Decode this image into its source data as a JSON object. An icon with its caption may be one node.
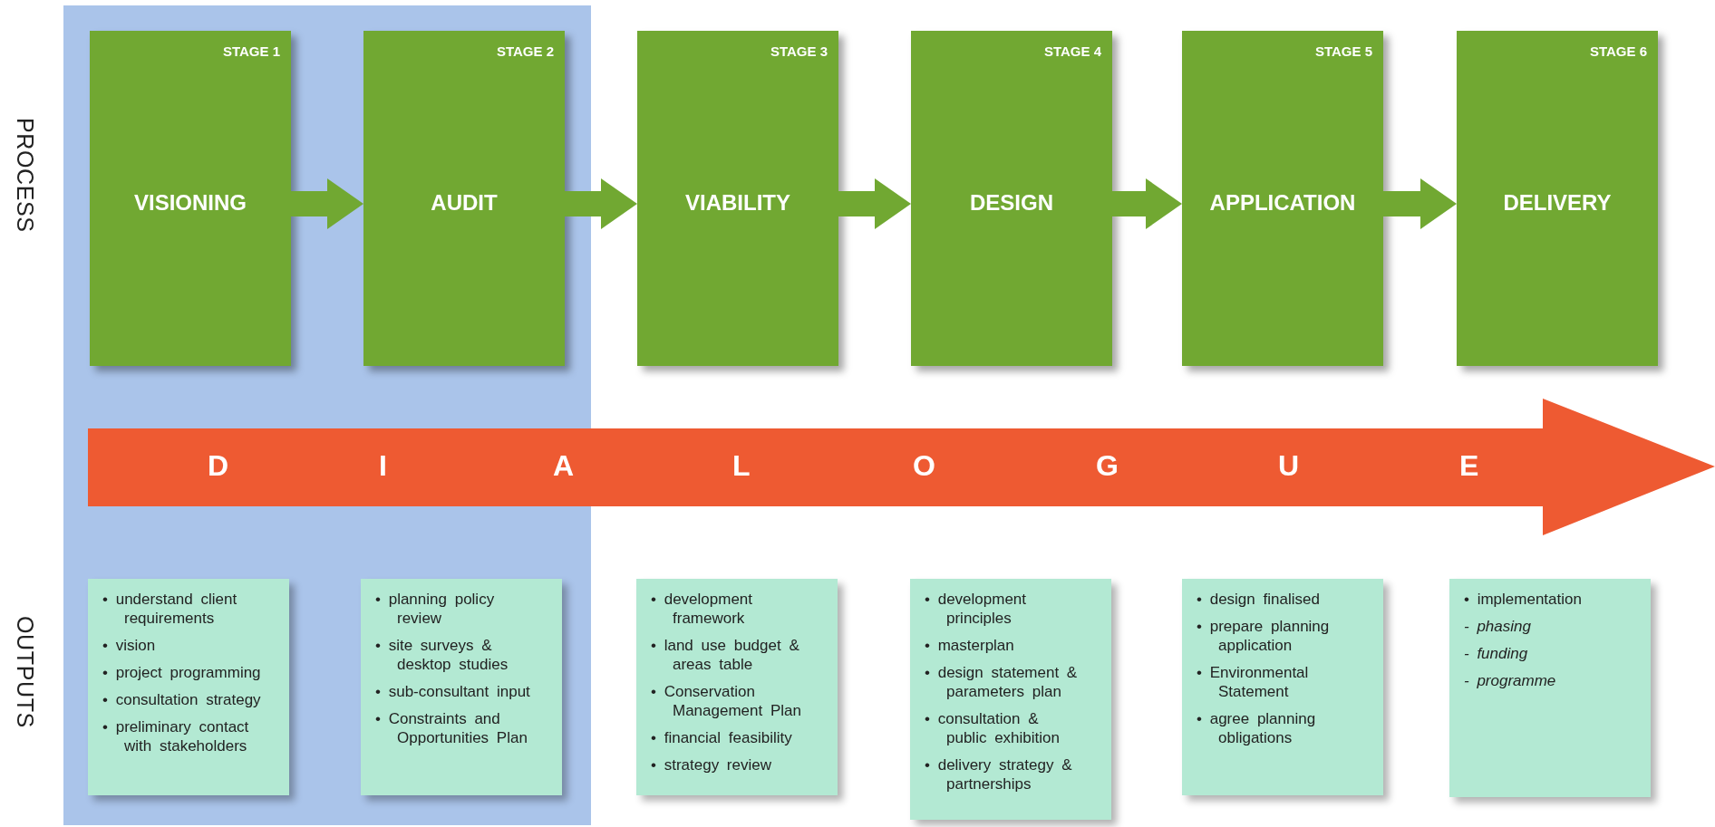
{
  "diagram": {
    "nodes": [
      {
        "text": [],
        "shape": "box"
      },
      {
        "text": [
          "STAGE 1",
          "VISIONING"
        ],
        "in": 0
      },
      {
        "text": [
          "STAGE 2",
          "AUDIT"
        ],
        "in": 0
      },
      {
        "text": [
          "STAGE 3",
          "VIABILITY"
        ]
      },
      {
        "text": [
          "STAGE 4",
          "DESIGN"
        ]
      },
      {
        "text": [
          "STAGE 5",
          "APPLICATION"
        ]
      },
      {
        "text": [
          "STAGE 6",
          "DELIVERY"
        ]
      },
      {
        "text": [
          "D",
          "I",
          "A",
          "L",
          "O",
          "G",
          "U",
          "E"
        ]
      },
      {
        "text": [
          "• understand client requirements",
          "• vision",
          "• project programming",
          "• consultation strategy",
          "• preliminary contact with stakeholders"
        ],
        "in": 0
      },
      {
        "text": [
          "• planning policy review",
          "• site surveys & desktop studies",
          "• sub-consultant input",
          "• Constraints and Opportunities Plan"
        ],
        "in": 0
      },
      {
        "text": [
          "• development framework",
          "• land use budget & areas table",
          "• Conservation Management Plan",
          "• financial feasibility",
          "• strategy review"
        ]
      },
      {
        "text": [
          "• development principles",
          "• masterplan",
          "• design statement & parameters plan",
          "• consultation & public exhibition",
          "• delivery strategy & partnerships"
        ]
      },
      {
        "text": [
          "• design finalised",
          "• prepare planning application",
          "• Environmental Statement",
          "• agree planning obligations"
        ]
      },
      {
        "text": [
          "• implementation",
          "*- phasing*",
          "*- funding*",
          "*- programme*"
        ]
      }
    ],
    "edges": [
      {
        "from": 1,
        "to": 2,
        "arrow": "to"
      },
      {
        "from": 2,
        "to": 3,
        "arrow": "to"
      },
      {
        "from": 3,
        "to": 4,
        "arrow": "to"
      },
      {
        "from": 4,
        "to": 5,
        "arrow": "to"
      },
      {
        "from": 5,
        "to": 6,
        "arrow": "to"
      }
    ],
    "labels": [
      "PROCESS",
      "OUTPUTS"
    ]
  }
}
